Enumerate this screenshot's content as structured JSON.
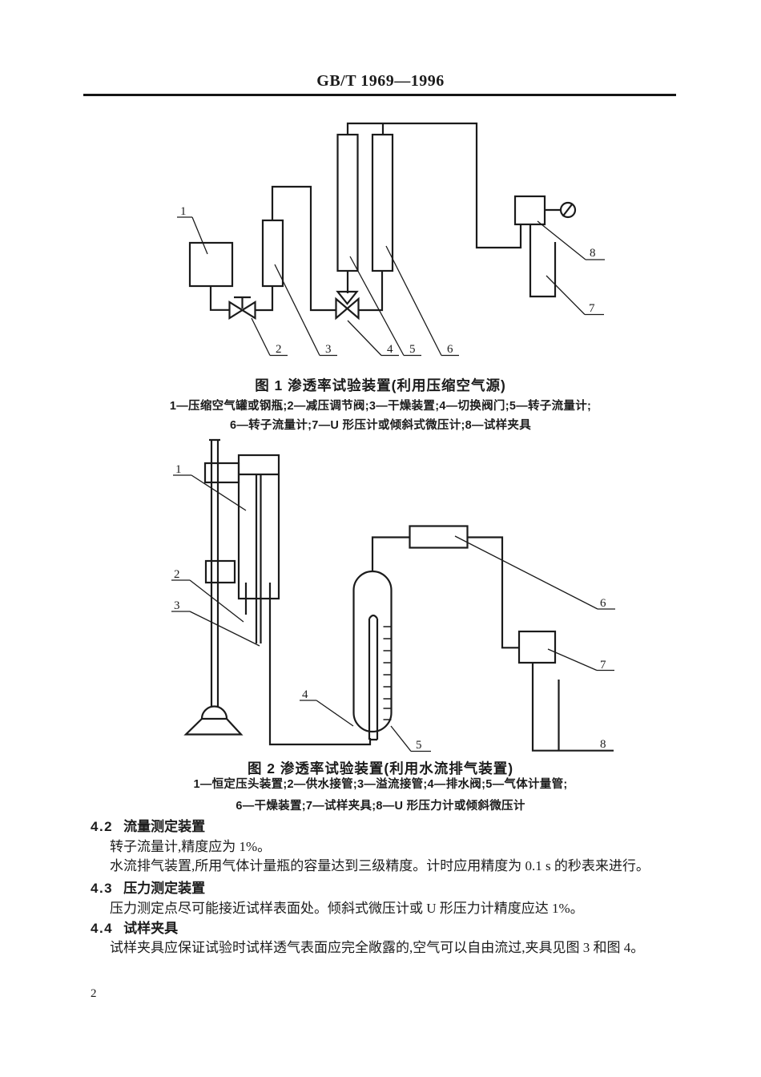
{
  "page": {
    "header": "GB/T 1969—1996",
    "page_number": "2"
  },
  "figure1": {
    "caption": "图 1  渗透率试验装置(利用压缩空气源)",
    "legend_line1": "1—压缩空气罐或钢瓶;2—减压调节阀;3—干燥装置;4—切换阀门;5—转子流量计;",
    "legend_line2": "6—转子流量计;7—U 形压计或倾斜式微压计;8—试样夹具",
    "callouts": {
      "c1": "1",
      "c2": "2",
      "c3": "3",
      "c4": "4",
      "c5": "5",
      "c6": "6",
      "c7": "7",
      "c8": "8"
    }
  },
  "figure2": {
    "caption": "图 2  渗透率试验装置(利用水流排气装置)",
    "legend_line1": "1—恒定压头装置;2—供水接管;3—溢流接管;4—排水阀;5—气体计量管;",
    "legend_line2": "6—干燥装置;7—试样夹具;8—U 形压力计或倾斜微压计",
    "callouts": {
      "c1": "1",
      "c2": "2",
      "c3": "3",
      "c4": "4",
      "c5": "5",
      "c6": "6",
      "c7": "7",
      "c8": "8"
    }
  },
  "sections": [
    {
      "num": "4.2",
      "title": "流量测定装置",
      "paragraphs": [
        "转子流量计,精度应为 1%。",
        "水流排气装置,所用气体计量瓶的容量达到三级精度。计时应用精度为 0.1 s 的秒表来进行。"
      ]
    },
    {
      "num": "4.3",
      "title": "压力测定装置",
      "paragraphs": [
        "压力测定点尽可能接近试样表面处。倾斜式微压计或 U 形压力计精度应达 1%。"
      ]
    },
    {
      "num": "4.4",
      "title": "试样夹具",
      "paragraphs": [
        "试样夹具应保证试验时试样透气表面应完全敞露的,空气可以自由流过,夹具见图 3 和图 4。"
      ]
    }
  ]
}
